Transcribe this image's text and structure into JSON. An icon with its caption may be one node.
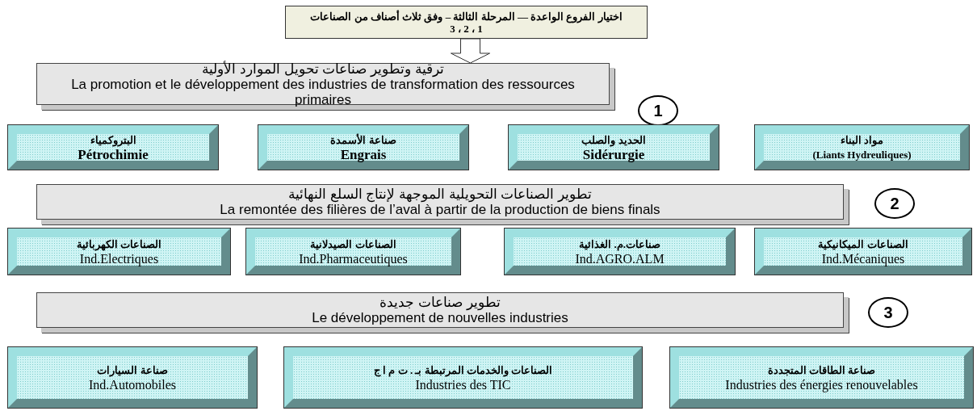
{
  "diagram": {
    "nodes": [
      {
        "text": [
          "اختيار الفروع الواعدة — المرحلة الثالثة – وفق ثلاث أصناف من الصناعات 1 ، 2 ، 3"
        ]
      },
      {
        "text": [
          "ترقية وتطوير صناعات تحويل الموارد الأولية",
          "La promotion et le développement des industries de transformation des ressources primaires"
        ]
      },
      {
        "text": [
          "1"
        ]
      },
      {
        "text": [
          "البتروكمياء",
          "Pétrochimie"
        ]
      },
      {
        "text": [
          "صناعة الأسمدة",
          "Engrais"
        ]
      },
      {
        "text": [
          "الحديد والصلب",
          "Sidérurgie"
        ]
      },
      {
        "text": [
          "مواد البناء",
          "(Liants Hydreuliques)"
        ]
      },
      {
        "text": [
          "تطوير الصناعات التحويلية الموجهة لإنتاج السلع النهائية",
          "La remontée des filières de l’aval à partir de la production de biens finals"
        ]
      },
      {
        "text": [
          "2"
        ]
      },
      {
        "text": [
          "الصناعات الكهربائية",
          "Ind.Electriques"
        ]
      },
      {
        "text": [
          "الصناعات الصيدلانية",
          "Ind.Pharmaceutiques"
        ]
      },
      {
        "text": [
          "صناعات.م. الغذائية",
          "Ind.AGRO.ALM"
        ]
      },
      {
        "text": [
          "الصناعات الميكانيكية",
          "Ind.Mécaniques"
        ]
      },
      {
        "text": [
          "تطوير صناعات جديدة",
          "Le développement de nouvelles industries"
        ]
      },
      {
        "text": [
          "3"
        ]
      },
      {
        "text": [
          "صناعة السيارات",
          "Ind.Automobiles"
        ]
      },
      {
        "text": [
          "الصناعات والخدمات المرتبطة بـ . ت م ا ج",
          "Industries des TIC"
        ]
      },
      {
        "text": [
          "صناعة الطاقات المتجددة",
          "Industries  des énergies renouvelables"
        ]
      }
    ],
    "edges": [
      {
        "from": 0,
        "to": 1,
        "arrow": "to"
      }
    ]
  }
}
